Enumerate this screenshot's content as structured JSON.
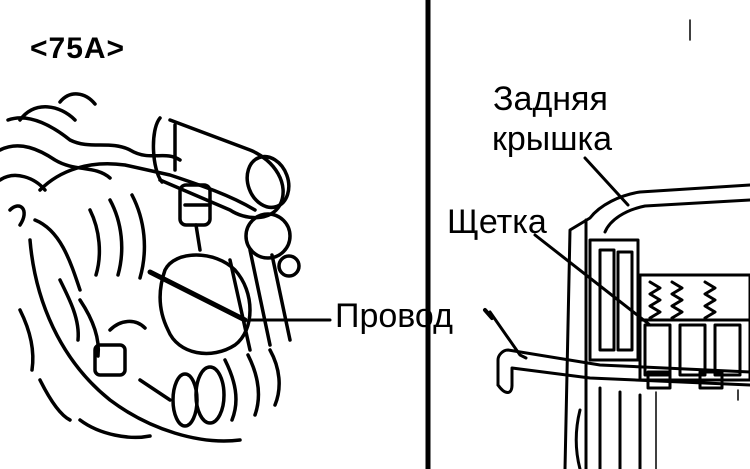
{
  "left_panel": {
    "model_label": "<75A>",
    "callout_wire": "Провод"
  },
  "right_panel": {
    "callout_rear_cover_line1": "Задняя",
    "callout_rear_cover_line2": "крышка",
    "callout_brush": "Щетка"
  },
  "colors": {
    "ink": "#000000",
    "paper": "#ffffff"
  }
}
